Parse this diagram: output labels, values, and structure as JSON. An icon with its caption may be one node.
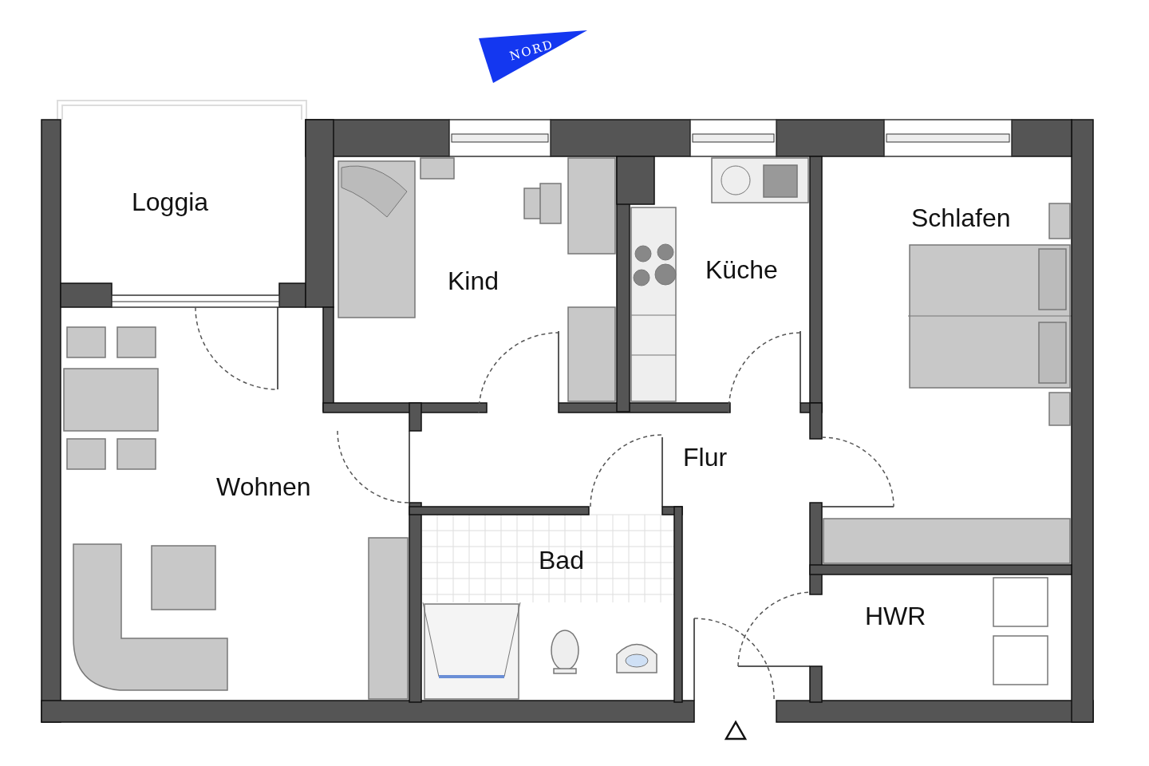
{
  "diagram": {
    "nodes": [
      {
        "text": [
          "Loggia"
        ]
      },
      {
        "text": [
          "Kind"
        ]
      },
      {
        "text": [
          "Küche"
        ]
      },
      {
        "text": [
          "Schlafen"
        ]
      },
      {
        "text": [
          "Wohnen"
        ]
      },
      {
        "text": [
          "Flur"
        ]
      },
      {
        "text": [
          "Bad"
        ]
      },
      {
        "text": [
          "HWR"
        ]
      }
    ],
    "edges": [],
    "labels": [
      "NORD"
    ]
  }
}
